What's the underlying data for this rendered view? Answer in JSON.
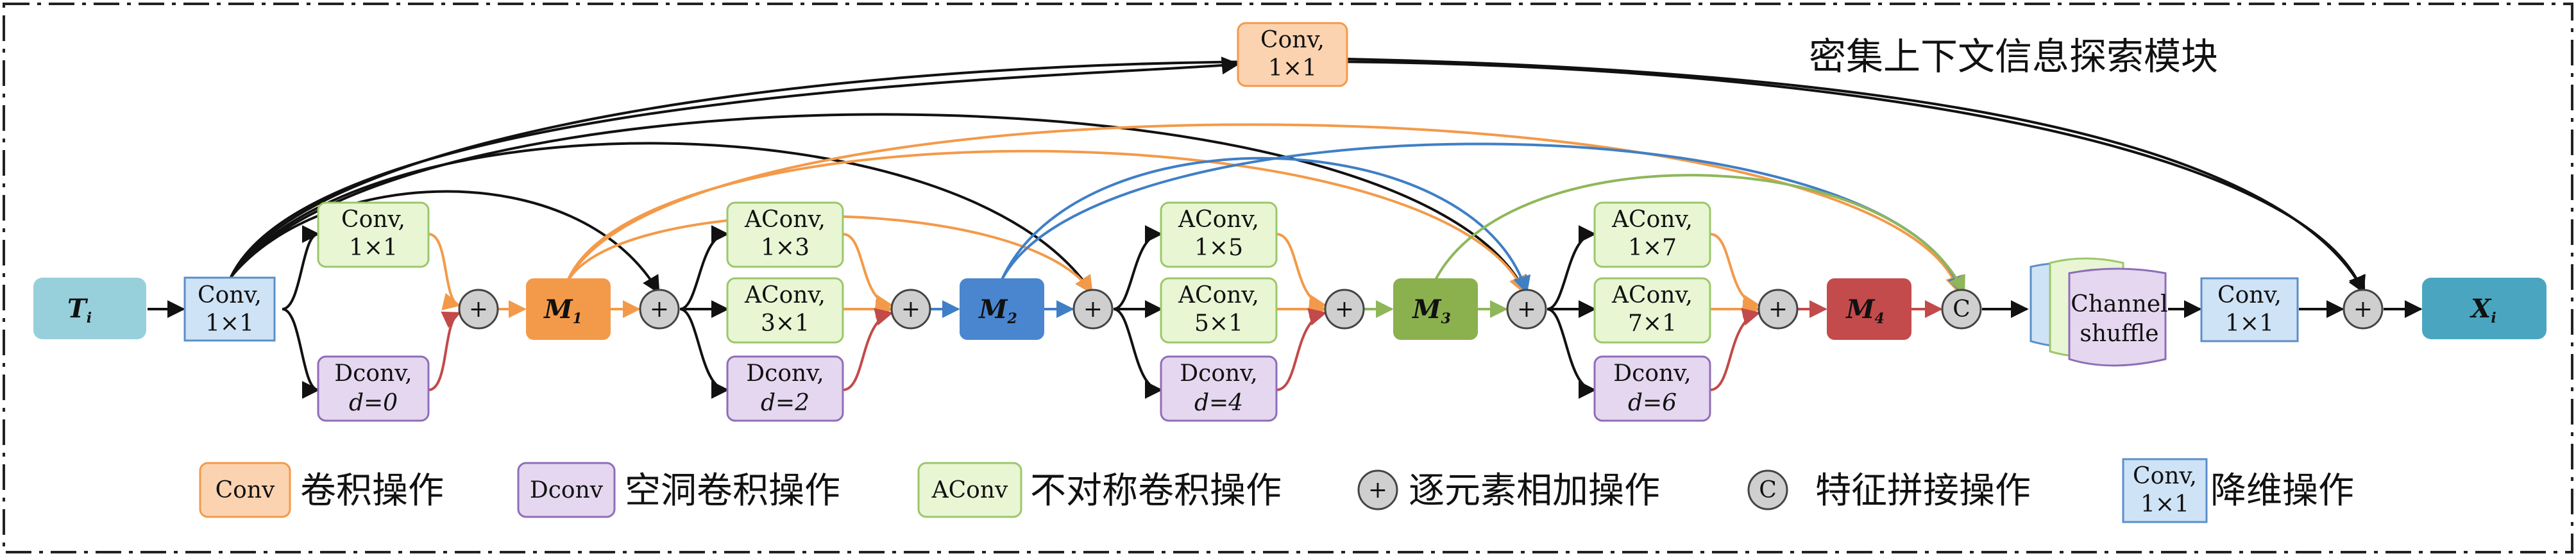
{
  "title": "密集上下文信息探索模块",
  "nodes": {
    "input": {
      "main": "T",
      "sub": "i"
    },
    "output": {
      "main": "X",
      "sub": "i"
    },
    "conv_in": [
      "Conv,",
      "1×1"
    ],
    "conv_top": [
      "Conv,",
      "1×1"
    ],
    "conv_out": [
      "Conv,",
      "1×1"
    ],
    "conv_b1": [
      "Conv,",
      "1×1"
    ],
    "dconv_b1": [
      "Dconv,",
      "d=0"
    ],
    "aconv_b2a": [
      "AConv,",
      "1×3"
    ],
    "aconv_b2b": [
      "AConv,",
      "3×1"
    ],
    "dconv_b2": [
      "Dconv,",
      "d=2"
    ],
    "aconv_b3a": [
      "AConv,",
      "1×5"
    ],
    "aconv_b3b": [
      "AConv,",
      "5×1"
    ],
    "dconv_b3": [
      "Dconv,",
      "d=4"
    ],
    "aconv_b4a": [
      "AConv,",
      "1×7"
    ],
    "aconv_b4b": [
      "AConv,",
      "7×1"
    ],
    "dconv_b4": [
      "Dconv,",
      "d=6"
    ],
    "m1": {
      "main": "M",
      "sub": "1"
    },
    "m2": {
      "main": "M",
      "sub": "2"
    },
    "m3": {
      "main": "M",
      "sub": "3"
    },
    "m4": {
      "main": "M",
      "sub": "4"
    },
    "plus_symbol": "+",
    "concat_symbol": "C",
    "shuffle": [
      "Channel",
      "shuffle"
    ]
  },
  "legend": {
    "conv_box": "Conv",
    "conv_text": "卷积操作",
    "dconv_box": "Dconv",
    "dconv_text": "空洞卷积操作",
    "aconv_box": "AConv",
    "aconv_text": "不对称卷积操作",
    "plus_symbol": "+",
    "plus_text": "逐元素相加操作",
    "concat_symbol": "C",
    "concat_text": "特征拼接操作",
    "reduce_box": [
      "Conv,",
      "1×1"
    ],
    "reduce_text": "降维操作"
  },
  "colors": {
    "orange": "#f39a4a",
    "blue": "#3f7fc6",
    "green": "#8fb75a",
    "red": "#c24a4a",
    "dark": "#111111"
  }
}
